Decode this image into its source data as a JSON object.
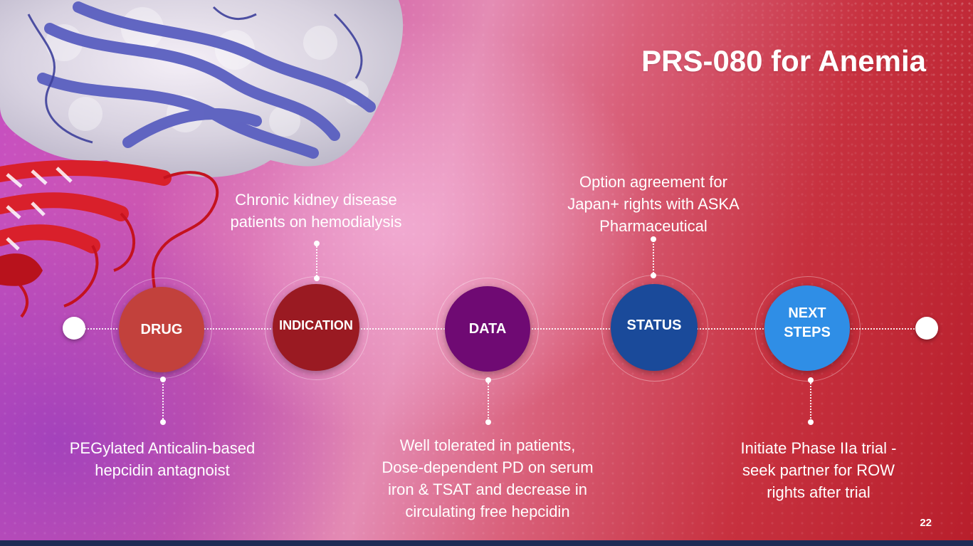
{
  "slide": {
    "title": "PRS-080 for Anemia",
    "page_number": "22"
  },
  "timeline": [
    {
      "label_lines": [
        "DRUG"
      ],
      "color": "#c2413c",
      "caption": [
        "PEGylated Anticalin-based",
        "hepcidin antagnoist"
      ]
    },
    {
      "label_lines": [
        "INDICATION"
      ],
      "color": "#9a1a22",
      "caption": [
        "Chronic kidney disease",
        "patients on hemodialysis"
      ]
    },
    {
      "label_lines": [
        "DATA"
      ],
      "color": "#6f0a73",
      "caption": [
        "Well tolerated in patients,",
        "Dose-dependent PD on serum",
        "iron & TSAT and decrease in",
        "circulating free hepcidin"
      ]
    },
    {
      "label_lines": [
        "STATUS"
      ],
      "color": "#1a4a9a",
      "caption": [
        "Option agreement for",
        "Japan+ rights with ASKA",
        "Pharmaceutical"
      ]
    },
    {
      "label_lines": [
        "NEXT",
        "STEPS"
      ],
      "color": "#2f8ee6",
      "caption": [
        "Initiate Phase IIa trial -",
        "seek partner for ROW",
        "rights after trial"
      ]
    }
  ],
  "decor": {
    "background_image": "protein-structure-illustration",
    "accent_colors": [
      "#c64fc2",
      "#e48cb4",
      "#c7313f"
    ]
  }
}
